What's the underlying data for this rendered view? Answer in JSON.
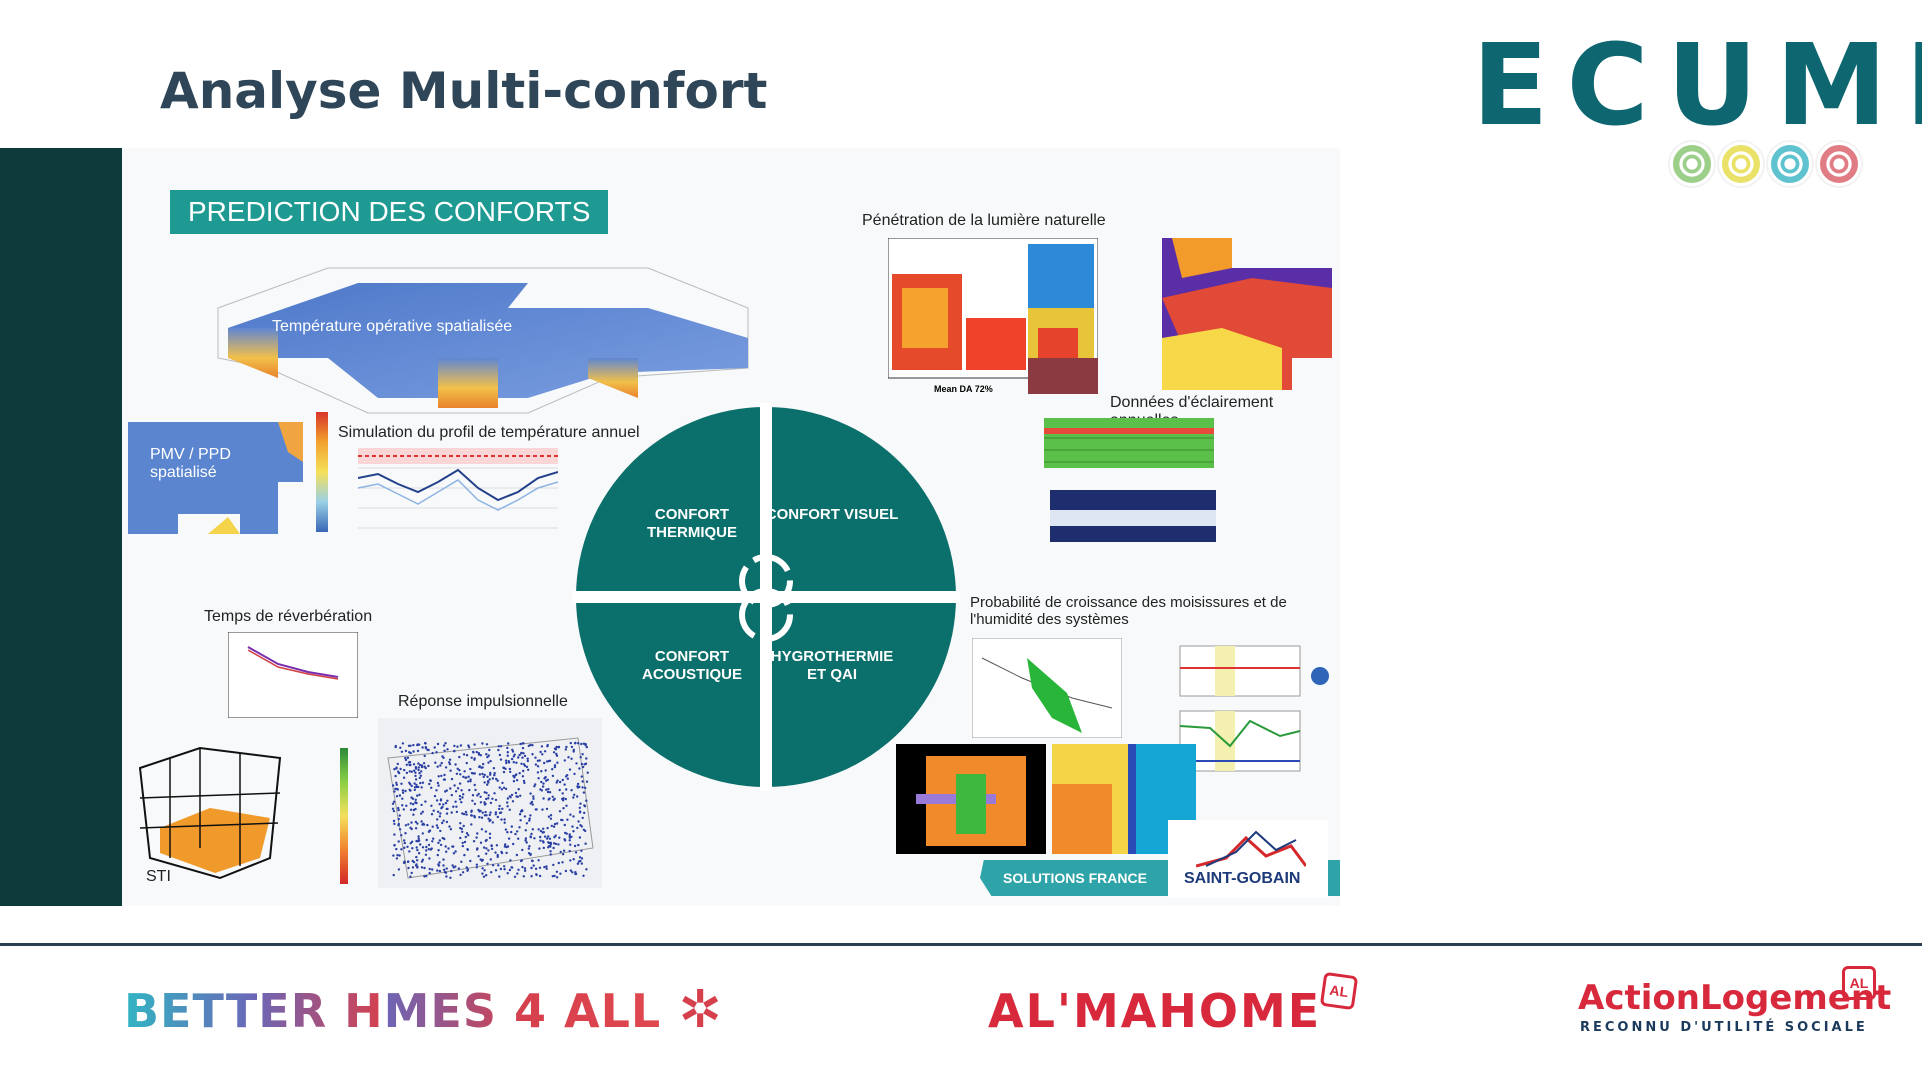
{
  "slide": {
    "title": "Analyse Multi-confort",
    "logo_ecume": "ECUME",
    "ecume_dot_colors": [
      "#9ccf8a",
      "#e9e168",
      "#5fc2cf",
      "#e07d84"
    ]
  },
  "panel": {
    "heading": "PREDICTION DES CONFORTS",
    "labels": {
      "temp_spatial": "Température opérative spatialisée",
      "pmv": "PMV / PPD spatialisé",
      "simulation": "Simulation du profil de température annuel",
      "reverberation": "Temps de réverbération",
      "impulse": "Réponse impulsionnelle",
      "sti": "STI",
      "lumiere": "Pénétration de la lumière naturelle",
      "eclairement": "Données d'éclairement annuelles",
      "moisissures": "Probabilité de croissance des moisissures et de l'humidité des systèmes",
      "mean_da": "Mean DA",
      "mean_da_value": "72%"
    },
    "quadrants": {
      "thermique": "CONFORT THERMIQUE",
      "visuel": "CONFORT VISUEL",
      "acoustique": "CONFORT ACOUSTIQUE",
      "hygro": "HYGROTHERMIE ET QAI"
    },
    "solutions": "SOLUTIONS FRANCE",
    "saint_gobain": "SAINT-GOBAIN",
    "circle_color": "#0b6f6c",
    "heading_color": "#1e9a92"
  },
  "footer": {
    "better_homes": {
      "part1": "BETTER H",
      "part2": "MES 4 ALL"
    },
    "almahome": "AL'MAHOME",
    "al_badge": "AL",
    "action_logement": "ActionLogement",
    "action_sub": "RECONNU D'UTILITÉ SOCIALE"
  }
}
